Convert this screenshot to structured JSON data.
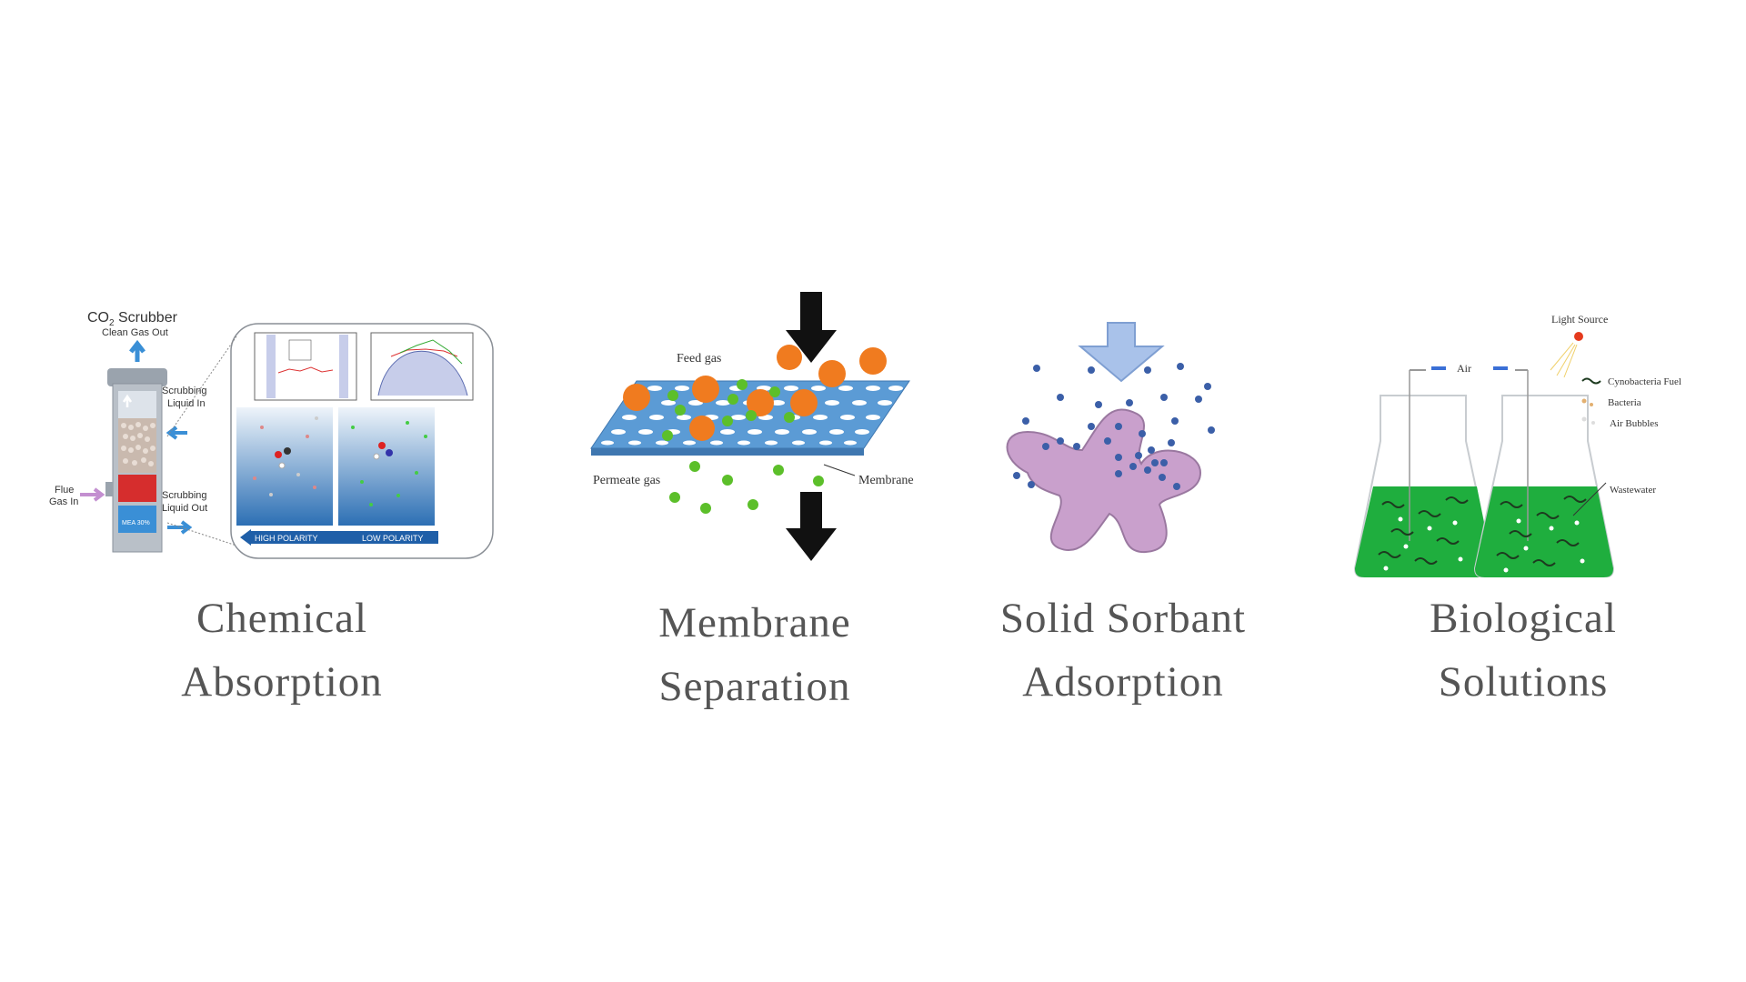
{
  "captions": {
    "chemical": {
      "line1": "Chemical",
      "line2": "Absorption"
    },
    "membrane": {
      "line1": "Membrane",
      "line2": "Separation"
    },
    "solid": {
      "line1": "Solid Sorbant",
      "line2": "Adsorption"
    },
    "biological": {
      "line1": "Biological",
      "line2": "Solutions"
    }
  },
  "scrubber": {
    "title_main": "CO",
    "title_sub": "2",
    "title_rest": " Scrubber",
    "clean_gas": "Clean Gas Out",
    "liquid_in_1": "Scrubbing",
    "liquid_in_2": "Liquid In",
    "flue_1": "Flue",
    "flue_2": "Gas In",
    "liquid_out_1": "Scrubbing",
    "liquid_out_2": "Liquid Out",
    "mea": "MEA 30%",
    "high_polarity": "HIGH POLARITY",
    "low_polarity": "LOW POLARITY"
  },
  "membrane": {
    "feed_gas": "Feed gas",
    "permeate_gas": "Permeate gas",
    "membrane_label": "Membrane"
  },
  "biological": {
    "light_source": "Light Source",
    "air": "Air",
    "cyano": "Cynobacteria Fuel",
    "bacteria": "Bacteria",
    "air_bubbles": "Air Bubbles",
    "wastewater": "Wastewater"
  },
  "colors": {
    "caption_text": "#555555",
    "column_blue": "#3a8fd6",
    "membrane_blue": "#5b9bd5",
    "feed_orange": "#f07b1f",
    "permeate_green": "#5cbf2a",
    "sorbent_purple": "#c9a0cc",
    "sorbate_blue": "#3b5fa8",
    "flask_green": "#1fae3e"
  }
}
